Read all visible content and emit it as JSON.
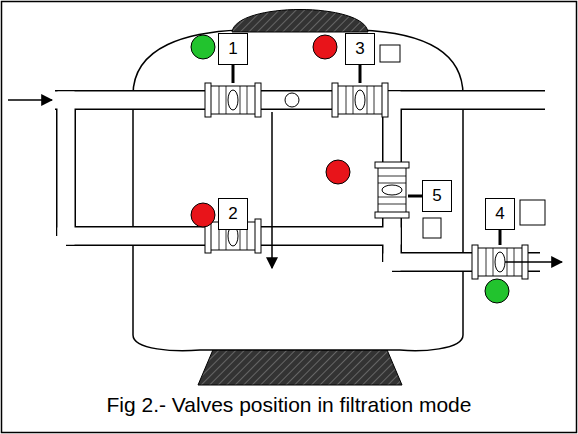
{
  "diagram": {
    "caption": "Fig 2.- Valves position in filtration mode",
    "nodes": [
      {
        "text": [
          "1"
        ]
      },
      {
        "text": [
          "3"
        ]
      },
      {
        "text": [
          "5"
        ]
      },
      {
        "text": [
          "4"
        ]
      },
      {
        "text": [
          "2"
        ]
      }
    ]
  }
}
